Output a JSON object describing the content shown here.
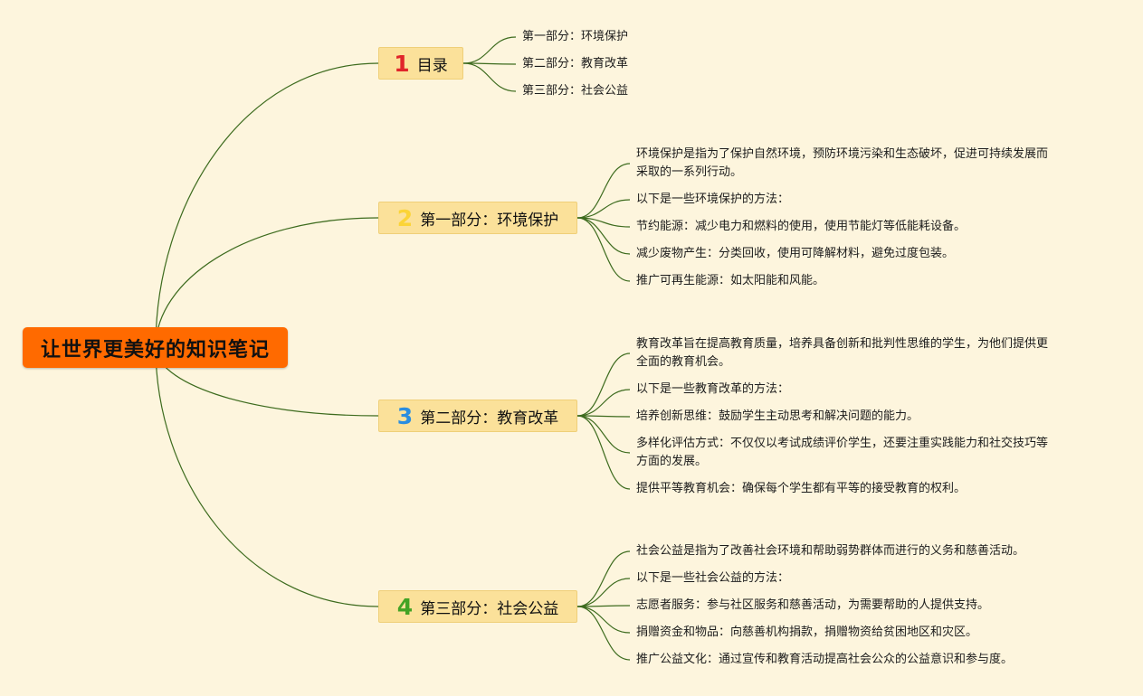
{
  "root": {
    "title": "让世界更美好的知识笔记"
  },
  "colors": {
    "edge": "#3d6b1e",
    "root_bg": "#ff6a00",
    "branch_bg": "#fbe19a"
  },
  "branches": [
    {
      "num": "1",
      "num_color": "#e0252a",
      "title": "目录",
      "children": [
        "第一部分：环境保护",
        "第二部分：教育改革",
        "第三部分：社会公益"
      ]
    },
    {
      "num": "2",
      "num_color": "#fbd437",
      "title": "第一部分：环境保护",
      "children": [
        [
          "环境保护是指为了保护自然环境，预防环境污染和生态破坏，促进可持续发展而",
          "采取的一系列行动。"
        ],
        "以下是一些环境保护的方法：",
        "节约能源：减少电力和燃料的使用，使用节能灯等低能耗设备。",
        "减少废物产生：分类回收，使用可降解材料，避免过度包装。",
        "推广可再生能源：如太阳能和风能。"
      ]
    },
    {
      "num": "3",
      "num_color": "#2a8de0",
      "title": "第二部分：教育改革",
      "children": [
        [
          "教育改革旨在提高教育质量，培养具备创新和批判性思维的学生，为他们提供更",
          "全面的教育机会。"
        ],
        "以下是一些教育改革的方法：",
        "培养创新思维：鼓励学生主动思考和解决问题的能力。",
        [
          "多样化评估方式：不仅仅以考试成绩评价学生，还要注重实践能力和社交技巧等",
          "方面的发展。"
        ],
        "提供平等教育机会：确保每个学生都有平等的接受教育的权利。"
      ]
    },
    {
      "num": "4",
      "num_color": "#43a325",
      "title": "第三部分：社会公益",
      "children": [
        "社会公益是指为了改善社会环境和帮助弱势群体而进行的义务和慈善活动。",
        "以下是一些社会公益的方法：",
        "志愿者服务：参与社区服务和慈善活动，为需要帮助的人提供支持。",
        "捐赠资金和物品：向慈善机构捐款，捐赠物资给贫困地区和灾区。",
        "推广公益文化：通过宣传和教育活动提高社会公众的公益意识和参与度。"
      ]
    }
  ]
}
